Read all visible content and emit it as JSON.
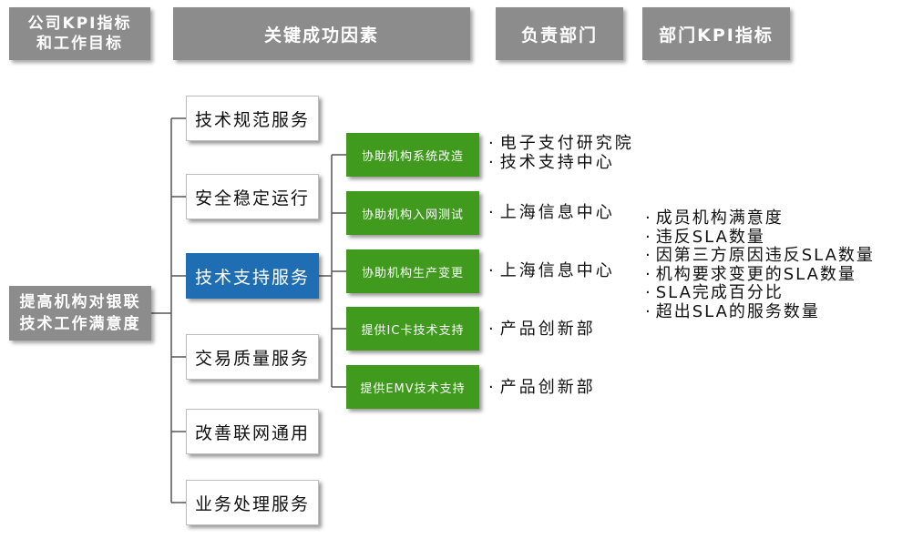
{
  "headers": {
    "company_kpi_line1": "公司KPI指标",
    "company_kpi_line2": "和工作目标",
    "csf": "关键成功因素",
    "dept": "负责部门",
    "dept_kpi": "部门KPI指标"
  },
  "root": {
    "line1": "提高机构对银联",
    "line2": "技术工作满意度"
  },
  "factors": [
    "技术规范服务",
    "安全稳定运行",
    "技术支持服务",
    "交易质量服务",
    "改善联网通用",
    "业务处理服务"
  ],
  "subfactors": [
    "协助机构系统改造",
    "协助机构入网测试",
    "协助机构生产变更",
    "提供IC卡技术支持",
    "提供EMV技术支持"
  ],
  "departments": [
    [
      "电子支付研究院",
      "技术支持中心"
    ],
    [
      "上海信息中心"
    ],
    [
      "上海信息中心"
    ],
    [
      "产品创新部"
    ],
    [
      "产品创新部"
    ]
  ],
  "kpis": [
    "成员机构满意度",
    "违反SLA数量",
    "因第三方原因违反SLA数量",
    "机构要求变更的SLA数量",
    "SLA完成百分比",
    "超出SLA的服务数量"
  ],
  "colors": {
    "header_gray": "#8c8c8c",
    "highlight_blue": "#1f6db3",
    "sub_green": "#3f9a1e"
  }
}
